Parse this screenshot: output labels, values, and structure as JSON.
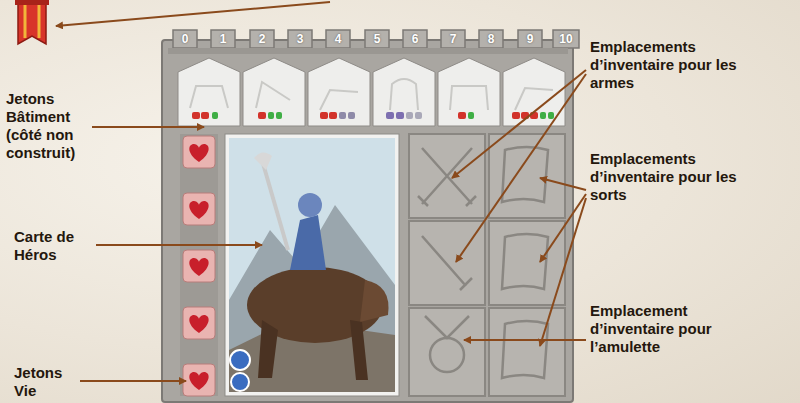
{
  "diagram": {
    "labels": [
      "0",
      "1",
      "2",
      "3",
      "4",
      "5",
      "6",
      "7",
      "8",
      "9",
      "10",
      "Jetons Bâtiment (côté non construit)",
      "Emplacements d’inventaire pour les armes",
      "Carte de Héros",
      "Emplacements d’inventaire pour les sorts",
      "Emplacement d’inventaire pour l’amulette",
      "Jetons Vie"
    ]
  }
}
